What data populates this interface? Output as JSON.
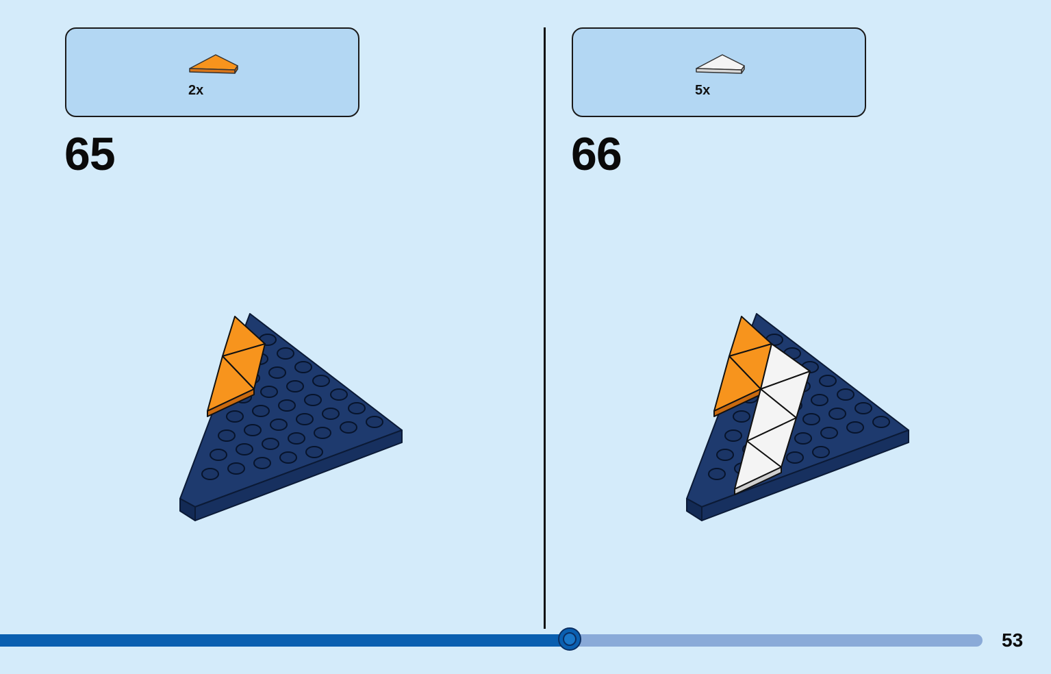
{
  "steps": [
    {
      "number": "65",
      "part": {
        "quantity": "2x",
        "color": "#f7941d",
        "icon": "triangle-tile-icon"
      }
    },
    {
      "number": "66",
      "part": {
        "quantity": "5x",
        "color": "#f4f4f4",
        "icon": "triangle-tile-icon"
      }
    }
  ],
  "colors": {
    "background": "#d4ebfa",
    "parts_box": "#b3d7f3",
    "plate": "#1e3a6e",
    "orange": "#f7941d",
    "white": "#f4f4f4",
    "progress_fill": "#0a5fb0",
    "progress_track": "#8aaad8"
  },
  "progress": {
    "fraction": 0.58
  },
  "page_number": "53"
}
